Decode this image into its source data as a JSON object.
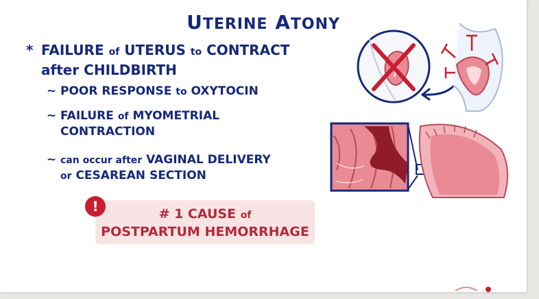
{
  "title": {
    "cap1": "U",
    "rest1": "TERINE",
    "cap2": "A",
    "rest2": "TONY"
  },
  "main_point": {
    "bullet": "*",
    "line1": {
      "a": "FAILURE",
      "b": "of",
      "c": "UTERUS",
      "d": "to",
      "e": "CONTRACT"
    },
    "line2": "after CHILDBIRTH"
  },
  "sub_points": [
    {
      "marker": "~",
      "a": "POOR RESPONSE",
      "b": "to",
      "c": "OXYTOCIN"
    },
    {
      "marker": "~",
      "a": "FAILURE",
      "b": "of",
      "c": "MYOMETRIAL",
      "line2": "CONTRACTION"
    },
    {
      "marker": "~",
      "a": "can occur after",
      "c": "VAGINAL DELIVERY",
      "line2a": "or",
      "line2b": "CESAREAN SECTION"
    }
  ],
  "callout": {
    "icon": "!",
    "line1a": "# 1 CAUSE",
    "line1b": "of",
    "line2": "POSTPARTUM HEMORRHAGE"
  },
  "colors": {
    "navy": "#16287a",
    "red": "#b3293a",
    "alert": "#c81e2f",
    "callout_bg": "#f8e4e4",
    "tissue": "#e98a95"
  },
  "icons": {
    "alert": "exclamation-circle-icon",
    "uterus_crossed": "crossed-out-uterus-icon",
    "pointer": "curved-arrow-icon",
    "uterus": "uterus-illustration",
    "myometrium": "myometrium-zoom-illustration"
  }
}
